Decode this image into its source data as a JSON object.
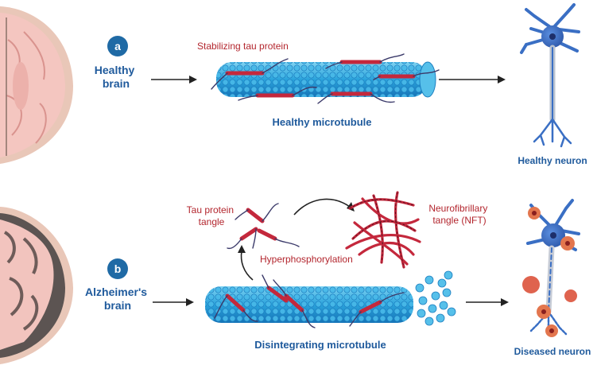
{
  "panel_a": {
    "badge": "a",
    "brain_label": [
      "Healthy",
      "brain"
    ],
    "tau_label": "Stabilizing tau protein",
    "microtubule_label": "Healthy microtubule",
    "neuron_label": "Healthy neuron"
  },
  "panel_b": {
    "badge": "b",
    "brain_label": [
      "Alzheimer's",
      "brain"
    ],
    "tangle_label": [
      "Tau protein",
      "tangle"
    ],
    "nft_label": [
      "Neurofibrillary",
      "tangle (NFT)"
    ],
    "process_label": "Hyperphosphorylation",
    "microtubule_label": "Disintegrating microtubule",
    "neuron_label": "Diseased neuron"
  },
  "colors": {
    "label_blue": "#1f5a9c",
    "tau_red": "#c4283c",
    "microtubule": "#2fa8de",
    "neuron": "#3a6fc4",
    "brain_pink": "#f1b9b4",
    "badge_blue": "#1f6aa5"
  }
}
